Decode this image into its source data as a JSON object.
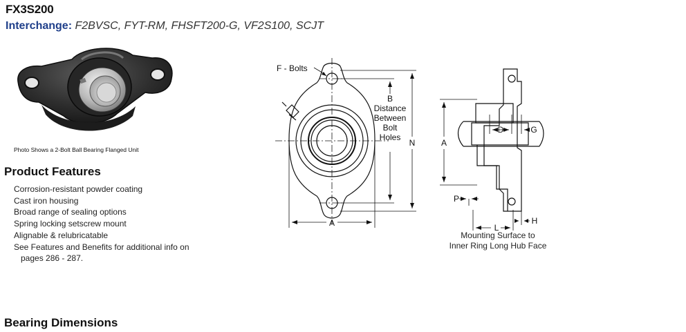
{
  "product": {
    "model": "FX3S200",
    "interchange_label": "Interchange:",
    "interchange_values": "F2BVSC, FYT-RM, FHSFT200-G, VF2S100, SCJT"
  },
  "photo": {
    "caption": "Photo Shows a 2-Bolt Ball Bearing Flanged Unit"
  },
  "features": {
    "heading": "Product Features",
    "items": [
      "Corrosion-resistant powder coating",
      "Cast iron housing",
      "Broad range of sealing options",
      "Spring locking setscrew mount",
      "Alignable & relubricatable",
      "See Features and Benefits for additional info on",
      "pages 286 - 287."
    ]
  },
  "dimensions": {
    "heading": "Bearing Dimensions"
  },
  "front_view": {
    "bolts_label": "F - Bolts",
    "b_label": "B",
    "b_desc": [
      "Distance",
      "Between",
      "Bolt",
      "Holes"
    ],
    "n_label": "N",
    "a_label": "A"
  },
  "side_view": {
    "a_label": "A",
    "d_label": "D",
    "g_label": "G",
    "p_label": "P",
    "l_label": "L",
    "h_label": "H",
    "caption_line1": "Mounting Surface to",
    "caption_line2": "Inner Ring Long Hub Face"
  }
}
